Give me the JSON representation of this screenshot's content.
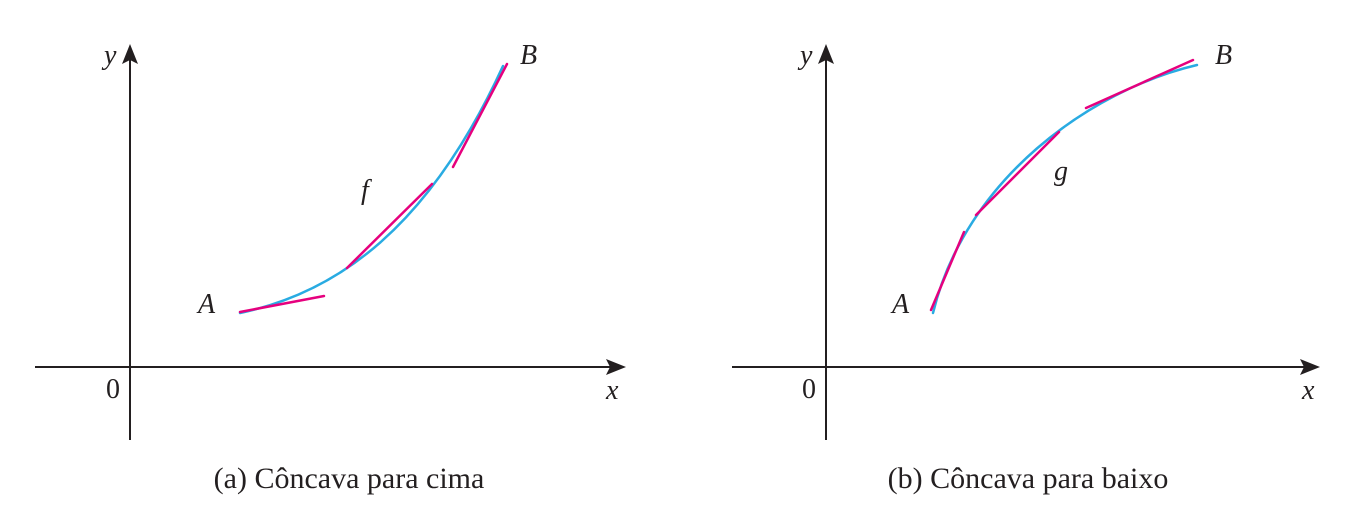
{
  "colors": {
    "axis": "#231f20",
    "curve": "#29abe2",
    "tangent": "#e6007e"
  },
  "panel_a": {
    "y_axis_label": "y",
    "x_axis_label": "x",
    "origin_label": "0",
    "point_start_label": "A",
    "point_end_label": "B",
    "function_label": "f",
    "caption": "(a) Côncava para cima"
  },
  "panel_b": {
    "y_axis_label": "y",
    "x_axis_label": "x",
    "origin_label": "0",
    "point_start_label": "A",
    "point_end_label": "B",
    "function_label": "g",
    "caption": "(b) Côncava para baixo"
  }
}
